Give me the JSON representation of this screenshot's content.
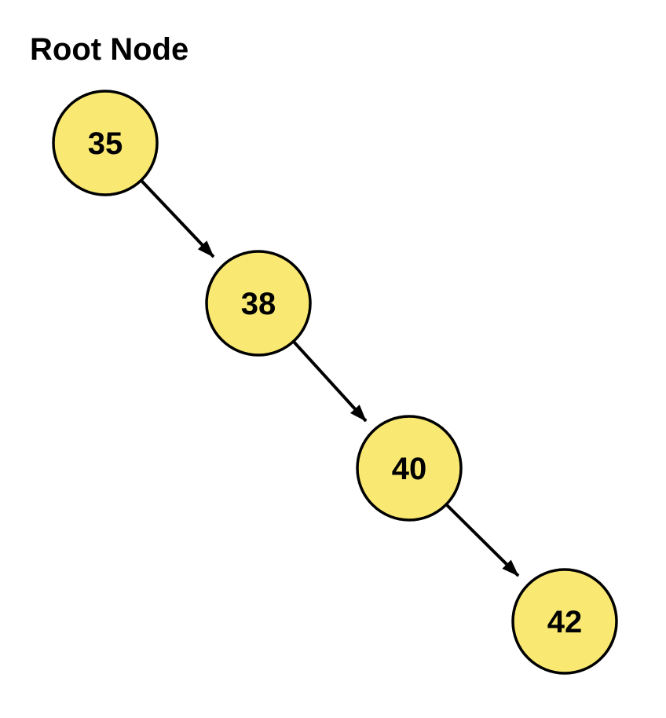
{
  "diagram": {
    "title": "Root Node",
    "type": "binary-search-tree-right-skewed",
    "colors": {
      "background": "#ffffff",
      "node_fill": "#F9E972",
      "node_border": "#000000",
      "arrow": "#000000",
      "text": "#000000"
    },
    "nodes": [
      {
        "id": "node-35",
        "value": "35",
        "role": "root"
      },
      {
        "id": "node-38",
        "value": "38",
        "role": "right-child-of-35"
      },
      {
        "id": "node-40",
        "value": "40",
        "role": "right-child-of-38"
      },
      {
        "id": "node-42",
        "value": "42",
        "role": "right-child-of-40"
      }
    ],
    "edges": [
      {
        "from": "35",
        "to": "38"
      },
      {
        "from": "38",
        "to": "40"
      },
      {
        "from": "40",
        "to": "42"
      }
    ]
  }
}
